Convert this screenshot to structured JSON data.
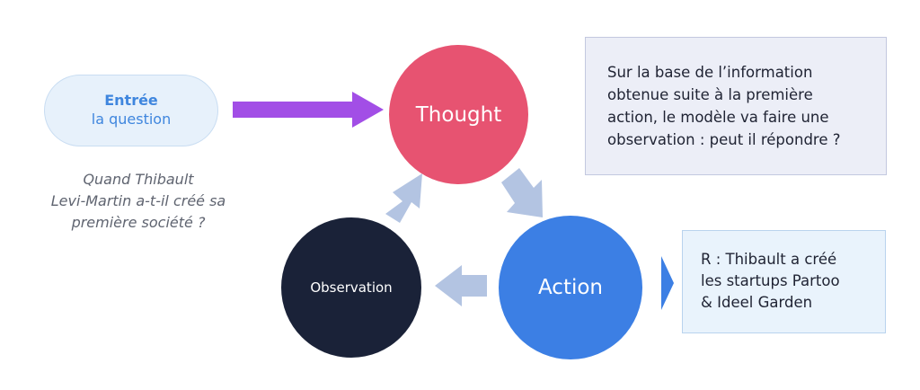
{
  "input": {
    "title": "Entrée",
    "subtitle": "la question"
  },
  "question": {
    "lines": [
      "Quand Thibault",
      "Levi-Martin a-t-il créé sa",
      "première société ?"
    ]
  },
  "nodes": {
    "thought": "Thought",
    "action": "Action",
    "observation": "Observation"
  },
  "observation_note": {
    "lines": [
      "Sur la base de l’information",
      "obtenue suite à la première",
      "action, le modèle va faire une",
      "observation : peut il répondre ?"
    ]
  },
  "answer": {
    "lines": [
      "R : Thibault a créé",
      "les startups Partoo",
      "& Ideel Garden"
    ]
  },
  "colors": {
    "thought": "#e75371",
    "action": "#3c7fe4",
    "observation": "#1a2238",
    "input_arrow": "#a24ee6",
    "cycle_arrow": "#b3c4e2",
    "answer_pointer": "#3c7fe4"
  }
}
